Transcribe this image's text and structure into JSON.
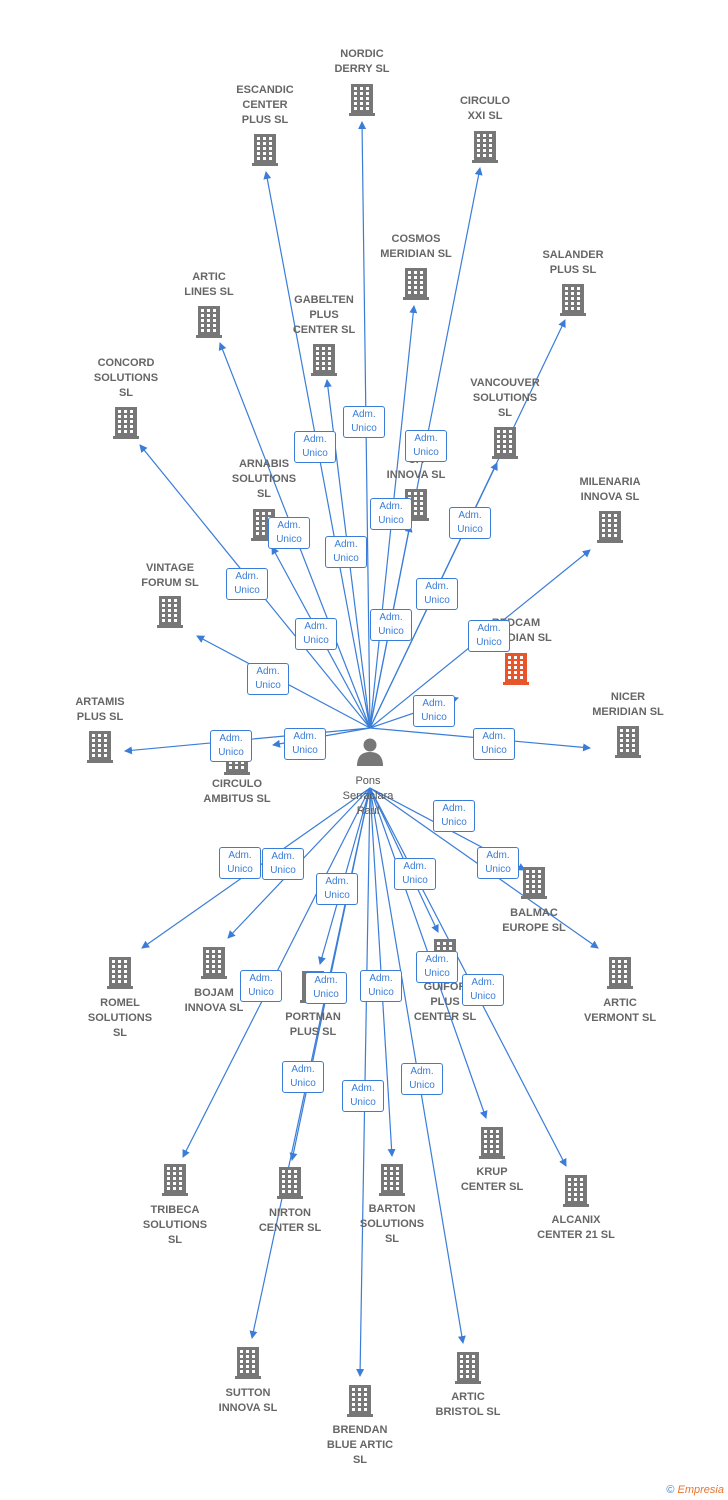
{
  "center": {
    "name_lines": [
      "Pons",
      "Serraclara",
      "Raul"
    ],
    "icon": "person-icon"
  },
  "edge_label": [
    "Adm.",
    "Unico"
  ],
  "colors": {
    "edge": "#3a7dd8",
    "company": "#777777",
    "highlight": "#e8552b",
    "person": "#777777"
  },
  "companies": [
    {
      "id": "nordic",
      "lines": [
        "NORDIC",
        "DERRY  SL"
      ]
    },
    {
      "id": "escandic",
      "lines": [
        "ESCANDIC",
        "CENTER",
        "PLUS SL"
      ]
    },
    {
      "id": "circulo-xxi",
      "lines": [
        "CIRCULO",
        "XXI SL"
      ]
    },
    {
      "id": "cosmos",
      "lines": [
        "COSMOS",
        "MERIDIAN  SL"
      ]
    },
    {
      "id": "salander",
      "lines": [
        "SALANDER",
        "PLUS SL"
      ]
    },
    {
      "id": "artic-lines",
      "lines": [
        "ARTIC",
        "LINES SL"
      ]
    },
    {
      "id": "gabelten",
      "lines": [
        "GABELTEN",
        "PLUS",
        "CENTER SL"
      ]
    },
    {
      "id": "concord",
      "lines": [
        "CONCORD",
        "SOLUTIONS",
        "SL"
      ]
    },
    {
      "id": "vancouver",
      "lines": [
        "VANCOUVER",
        "SOLUTIONS",
        "SL"
      ]
    },
    {
      "id": "arnabis",
      "lines": [
        "ARNABIS",
        "SOLUTIONS",
        "SL"
      ]
    },
    {
      "id": "ca-innova",
      "lines": [
        "CA",
        "INNOVA SL"
      ]
    },
    {
      "id": "milenaria",
      "lines": [
        "MILENARIA",
        "INNOVA SL"
      ]
    },
    {
      "id": "vintage",
      "lines": [
        "VINTAGE",
        "FORUM SL"
      ]
    },
    {
      "id": "redcam",
      "lines": [
        "REDCAM",
        "MERIDIAN  SL"
      ],
      "highlight": true
    },
    {
      "id": "artamis",
      "lines": [
        "ARTAMIS",
        "PLUS SL"
      ]
    },
    {
      "id": "nicer",
      "lines": [
        "NICER",
        "MERIDIAN  SL"
      ]
    },
    {
      "id": "circulo-ambitus",
      "lines": [
        "CIRCULO",
        "AMBITUS SL"
      ]
    },
    {
      "id": "balmac",
      "lines": [
        "BALMAC",
        "EUROPE SL"
      ]
    },
    {
      "id": "romel",
      "lines": [
        "ROMEL",
        "SOLUTIONS",
        "SL"
      ]
    },
    {
      "id": "bojam",
      "lines": [
        "BOJAM",
        "INNOVA  SL"
      ]
    },
    {
      "id": "portman",
      "lines": [
        "PORTMAN",
        "PLUS SL"
      ]
    },
    {
      "id": "guifor",
      "lines": [
        "GUIFOR",
        "PLUS",
        "CENTER SL"
      ]
    },
    {
      "id": "artic-vermont",
      "lines": [
        "ARTIC",
        "VERMONT  SL"
      ]
    },
    {
      "id": "tribeca",
      "lines": [
        "TRIBECA",
        "SOLUTIONS",
        "SL"
      ]
    },
    {
      "id": "nirton",
      "lines": [
        "NIRTON",
        "CENTER SL"
      ]
    },
    {
      "id": "barton",
      "lines": [
        "BARTON",
        "SOLUTIONS",
        "SL"
      ]
    },
    {
      "id": "krup",
      "lines": [
        "KRUP",
        "CENTER SL"
      ]
    },
    {
      "id": "alcanix",
      "lines": [
        "ALCANIX",
        "CENTER 21 SL"
      ]
    },
    {
      "id": "sutton",
      "lines": [
        "SUTTON",
        "INNOVA SL"
      ]
    },
    {
      "id": "brendan",
      "lines": [
        "BRENDAN",
        "BLUE ARTIC",
        "SL"
      ]
    },
    {
      "id": "artic-bristol",
      "lines": [
        "ARTIC",
        "BRISTOL  SL"
      ]
    }
  ],
  "footer": {
    "symbol": "©",
    "brand": "Empresia"
  }
}
